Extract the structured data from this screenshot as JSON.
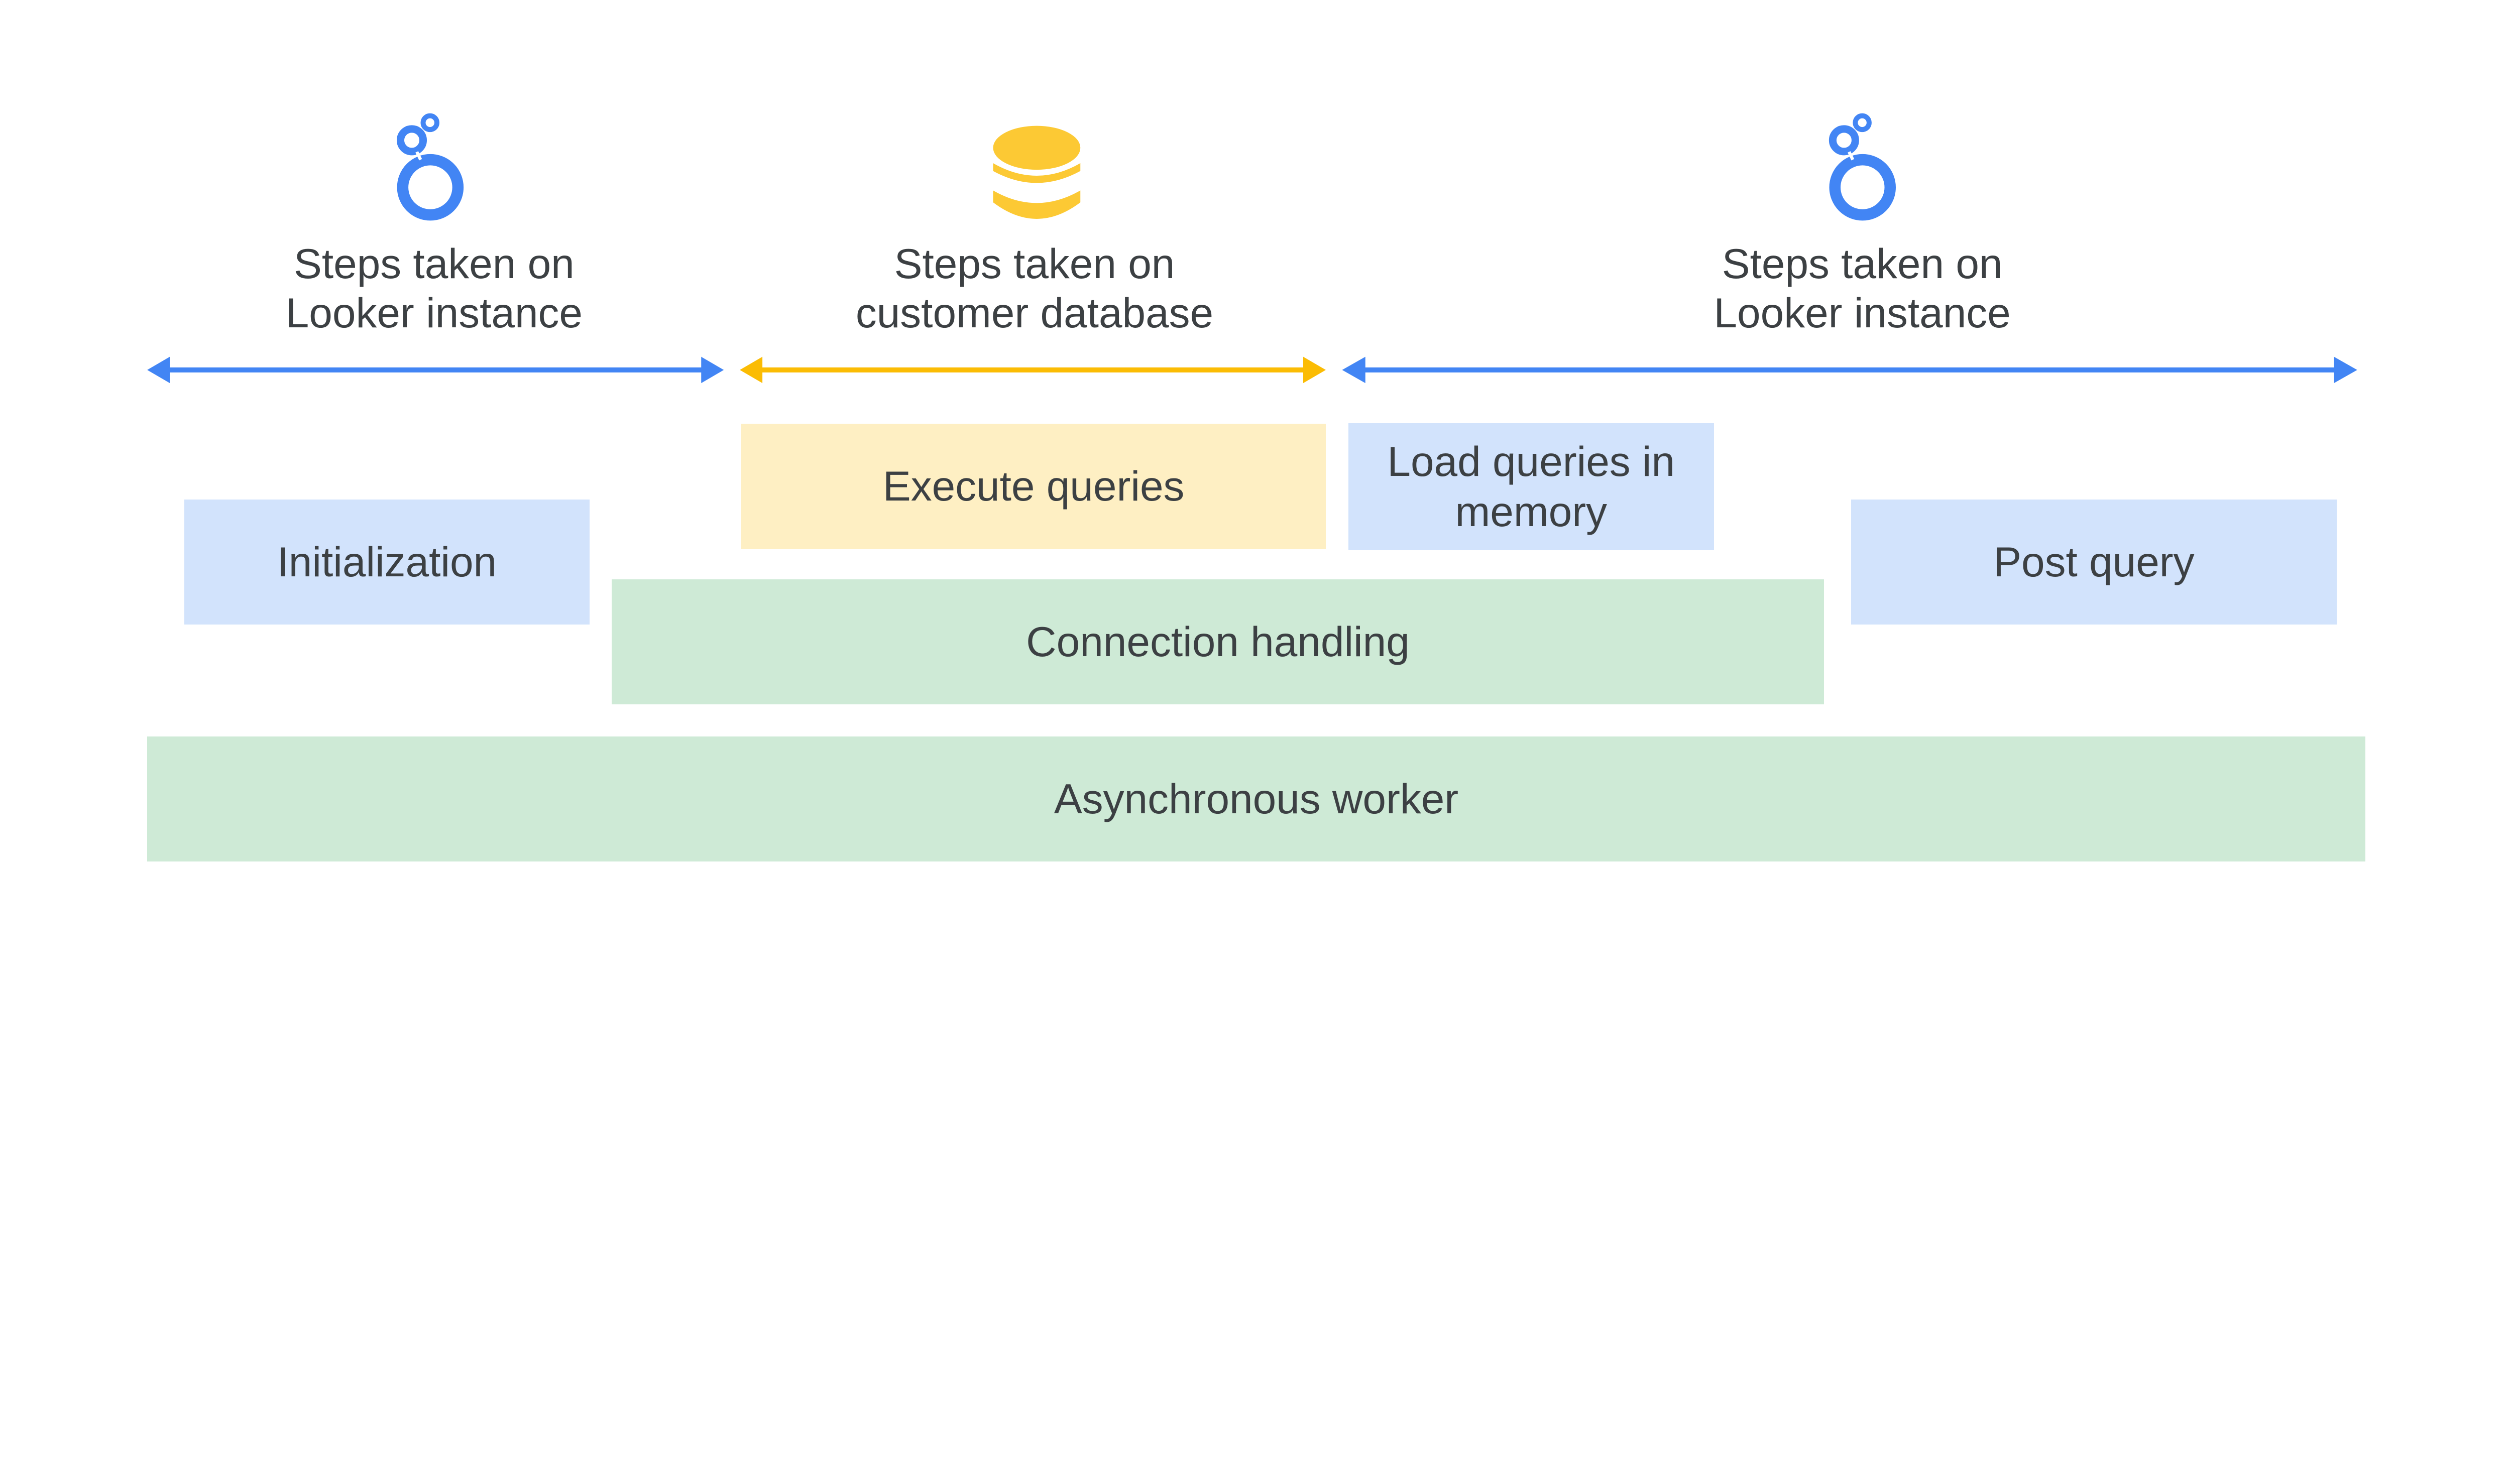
{
  "colors": {
    "looker_blue": "#4285F4",
    "database_yellow": "#FBBC04",
    "database_icon_yellow": "#FCC934",
    "blue_box": "#D2E3FC",
    "yellow_box": "#FEEFC3",
    "green_box": "#CEEAD6",
    "text": "#3C4043"
  },
  "sections": [
    {
      "icon": "looker-logo-icon",
      "line1": "Steps taken on",
      "line2": "Looker instance"
    },
    {
      "icon": "database-icon",
      "line1": "Steps taken on",
      "line2": "customer database"
    },
    {
      "icon": "looker-logo-icon",
      "line1": "Steps taken on",
      "line2": "Looker instance"
    }
  ],
  "steps": {
    "initialization": "Initialization",
    "execute_queries": "Execute queries",
    "load_queries_line1": "Load queries in",
    "load_queries_line2": "memory",
    "post_query": "Post query",
    "connection_handling": "Connection handling",
    "asynchronous_worker": "Asynchronous worker"
  }
}
